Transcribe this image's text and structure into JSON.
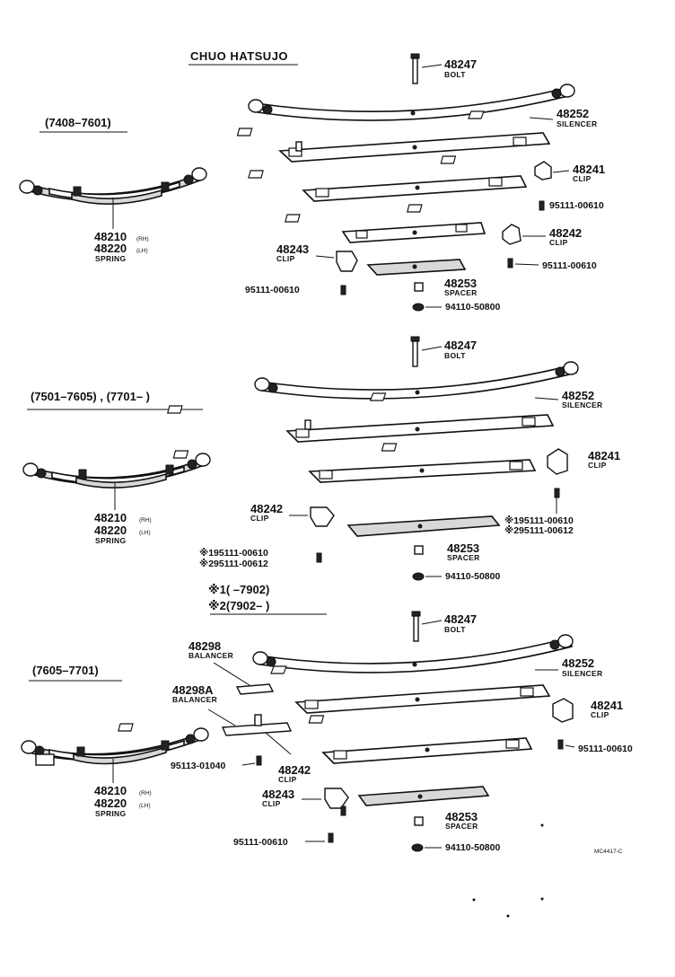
{
  "header": {
    "title": "CHUO HATSUJO"
  },
  "catalog_code": "MC4417-C",
  "sections": [
    {
      "range": "(7408–7601)",
      "parts": {
        "bolt": {
          "num": "48247",
          "name": "BOLT"
        },
        "silencer": {
          "num": "48252",
          "name": "SILENCER"
        },
        "clip_48241": {
          "num": "48241",
          "name": "CLIP"
        },
        "screw_a": {
          "num": "95111-00610"
        },
        "clip_48242": {
          "num": "48242",
          "name": "CLIP"
        },
        "screw_b": {
          "num": "95111-00610"
        },
        "clip_48243": {
          "num": "48243",
          "name": "CLIP"
        },
        "screw_c": {
          "num": "95111-00610"
        },
        "spacer": {
          "num": "48253",
          "name": "SPACER"
        },
        "nut": {
          "num": "94110-50800"
        }
      },
      "spring": {
        "rh": "48210",
        "rh_tag": "(RH)",
        "lh": "48220",
        "lh_tag": "(LH)",
        "name": "SPRING"
      }
    },
    {
      "range": "(7501–7605) , (7701–        )",
      "parts": {
        "bolt": {
          "num": "48247",
          "name": "BOLT"
        },
        "silencer": {
          "num": "48252",
          "name": "SILENCER"
        },
        "clip_48241": {
          "num": "48241",
          "name": "CLIP"
        },
        "screw_right_1": {
          "num": "※195111-00610"
        },
        "screw_right_2": {
          "num": "※295111-00612"
        },
        "clip_48242": {
          "num": "48242",
          "name": "CLIP"
        },
        "screw_left_1": {
          "num": "※195111-00610"
        },
        "screw_left_2": {
          "num": "※295111-00612"
        },
        "spacer": {
          "num": "48253",
          "name": "SPACER"
        },
        "nut": {
          "num": "94110-50800"
        }
      },
      "spring": {
        "rh": "48210",
        "rh_tag": "(RH)",
        "lh": "48220",
        "lh_tag": "(LH)",
        "name": "SPRING"
      },
      "notes": [
        "※1(      –7902)",
        "※2(7902–        )"
      ]
    },
    {
      "range": "(7605–7701)",
      "parts": {
        "bolt": {
          "num": "48247",
          "name": "BOLT"
        },
        "silencer": {
          "num": "48252",
          "name": "SILENCER"
        },
        "clip_48241": {
          "num": "48241",
          "name": "CLIP"
        },
        "screw_a": {
          "num": "95111-00610"
        },
        "balancer": {
          "num": "48298",
          "name": "BALANCER"
        },
        "balancer_a": {
          "num": "48298A",
          "name": "BALANCER"
        },
        "screw_bal": {
          "num": "95113-01040"
        },
        "clip_48242": {
          "num": "48242",
          "name": "CLIP"
        },
        "clip_48243": {
          "num": "48243",
          "name": "CLIP"
        },
        "screw_c": {
          "num": "95111-00610"
        },
        "spacer": {
          "num": "48253",
          "name": "SPACER"
        },
        "nut": {
          "num": "94110-50800"
        }
      },
      "spring": {
        "rh": "48210",
        "rh_tag": "(RH)",
        "lh": "48220",
        "lh_tag": "(LH)",
        "name": "SPRING"
      }
    }
  ]
}
